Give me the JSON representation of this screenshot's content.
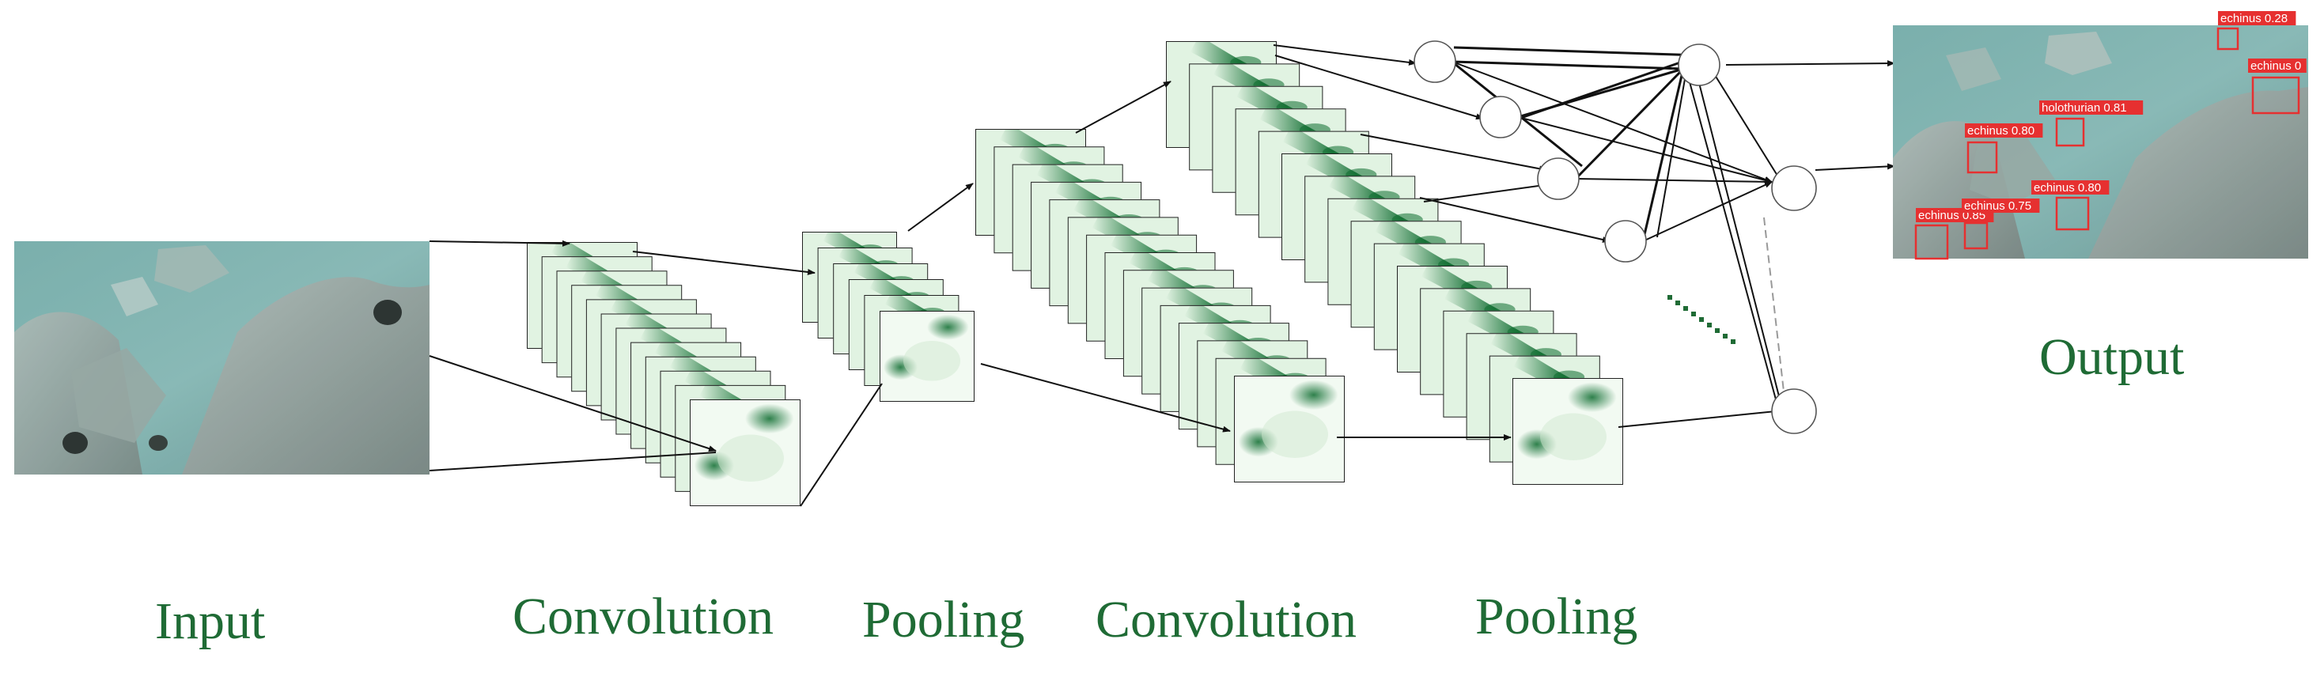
{
  "colors": {
    "label_green": "#1f6b35",
    "fmap_dark": "#0c6b2e",
    "fmap_light": "#eef8ee",
    "detect_red": "#e63030",
    "water": "#7fb3b0",
    "rock": "#8a9a96"
  },
  "labels": {
    "input": "Input",
    "conv1": "Convolution",
    "pool1": "Pooling",
    "conv2": "Convolution",
    "pool2": "Pooling",
    "output": "Output"
  },
  "detections": [
    {
      "label": "echinus 0.28"
    },
    {
      "label": "echinus 0"
    },
    {
      "label": "holothurian 0.81"
    },
    {
      "label": "echinus 0.80"
    },
    {
      "label": "echinus 0.80"
    },
    {
      "label": "echinus 0.85"
    },
    {
      "label": "echinus 0.75"
    }
  ],
  "icons": {
    "ellipsis": "dotted-ellipsis-icon"
  }
}
